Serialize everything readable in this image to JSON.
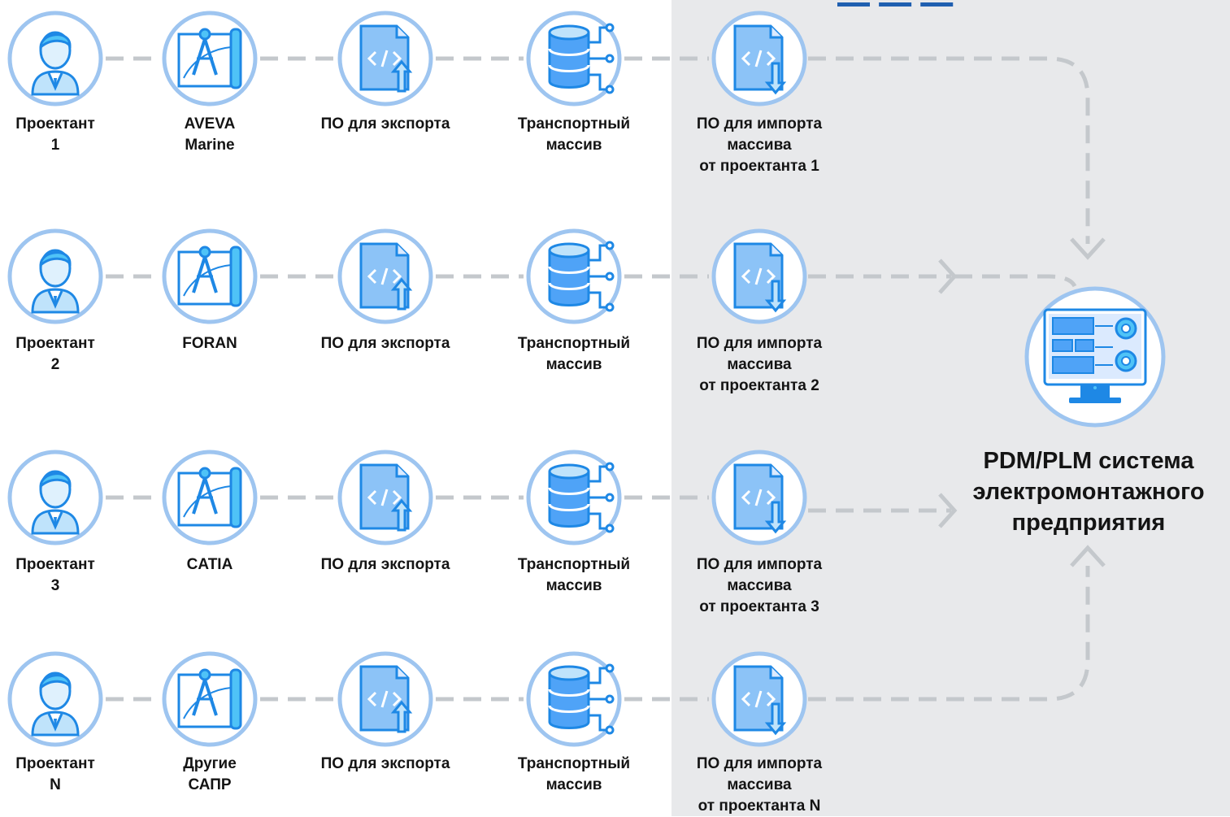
{
  "colors": {
    "accent": "#1e88e5",
    "ring": "#9ec5f0",
    "connector": "#c4c8cc",
    "zone": "#e8e9eb",
    "title_fragment": "#1f5fb0"
  },
  "rows": [
    {
      "designer": "Проектант\n1",
      "cad": "AVEVA\nMarine",
      "export": "ПО для экспорта",
      "transport": "Транспортный\nмассив",
      "import": "ПО для импорта\nмассива\nот проектанта 1"
    },
    {
      "designer": "Проектант\n2",
      "cad": "FORAN",
      "export": "ПО для экспорта",
      "transport": "Транспортный\nмассив",
      "import": "ПО для импорта\nмассива\nот проектанта 2"
    },
    {
      "designer": "Проектант\n3",
      "cad": "CATIA",
      "export": "ПО для экспорта",
      "transport": "Транспортный\nмассив",
      "import": "ПО для импорта\nмассива\nот проектанта 3"
    },
    {
      "designer": "Проектант\nN",
      "cad": "Другие\nСАПР",
      "export": "ПО для экспорта",
      "transport": "Транспортный\nмассив",
      "import": "ПО для импорта\nмассива\nот проектанта N"
    }
  ],
  "target": {
    "label": "PDM/PLM система\nэлектромонтажного\nпредприятия",
    "icon": "computer-gears-icon"
  },
  "icons": [
    "person-icon",
    "drafting-compass-icon",
    "code-export-icon",
    "database-icon",
    "code-import-icon"
  ]
}
